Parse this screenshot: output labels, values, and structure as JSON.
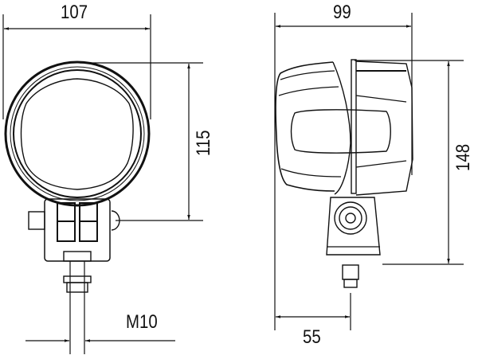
{
  "drawing": {
    "front_view": {
      "width_label": "107",
      "height_label": "115",
      "thread_label": "M10"
    },
    "side_view": {
      "depth_label": "99",
      "height_label": "148",
      "mount_offset_label": "55"
    }
  },
  "colors": {
    "line": "#111111",
    "background": "#ffffff"
  }
}
